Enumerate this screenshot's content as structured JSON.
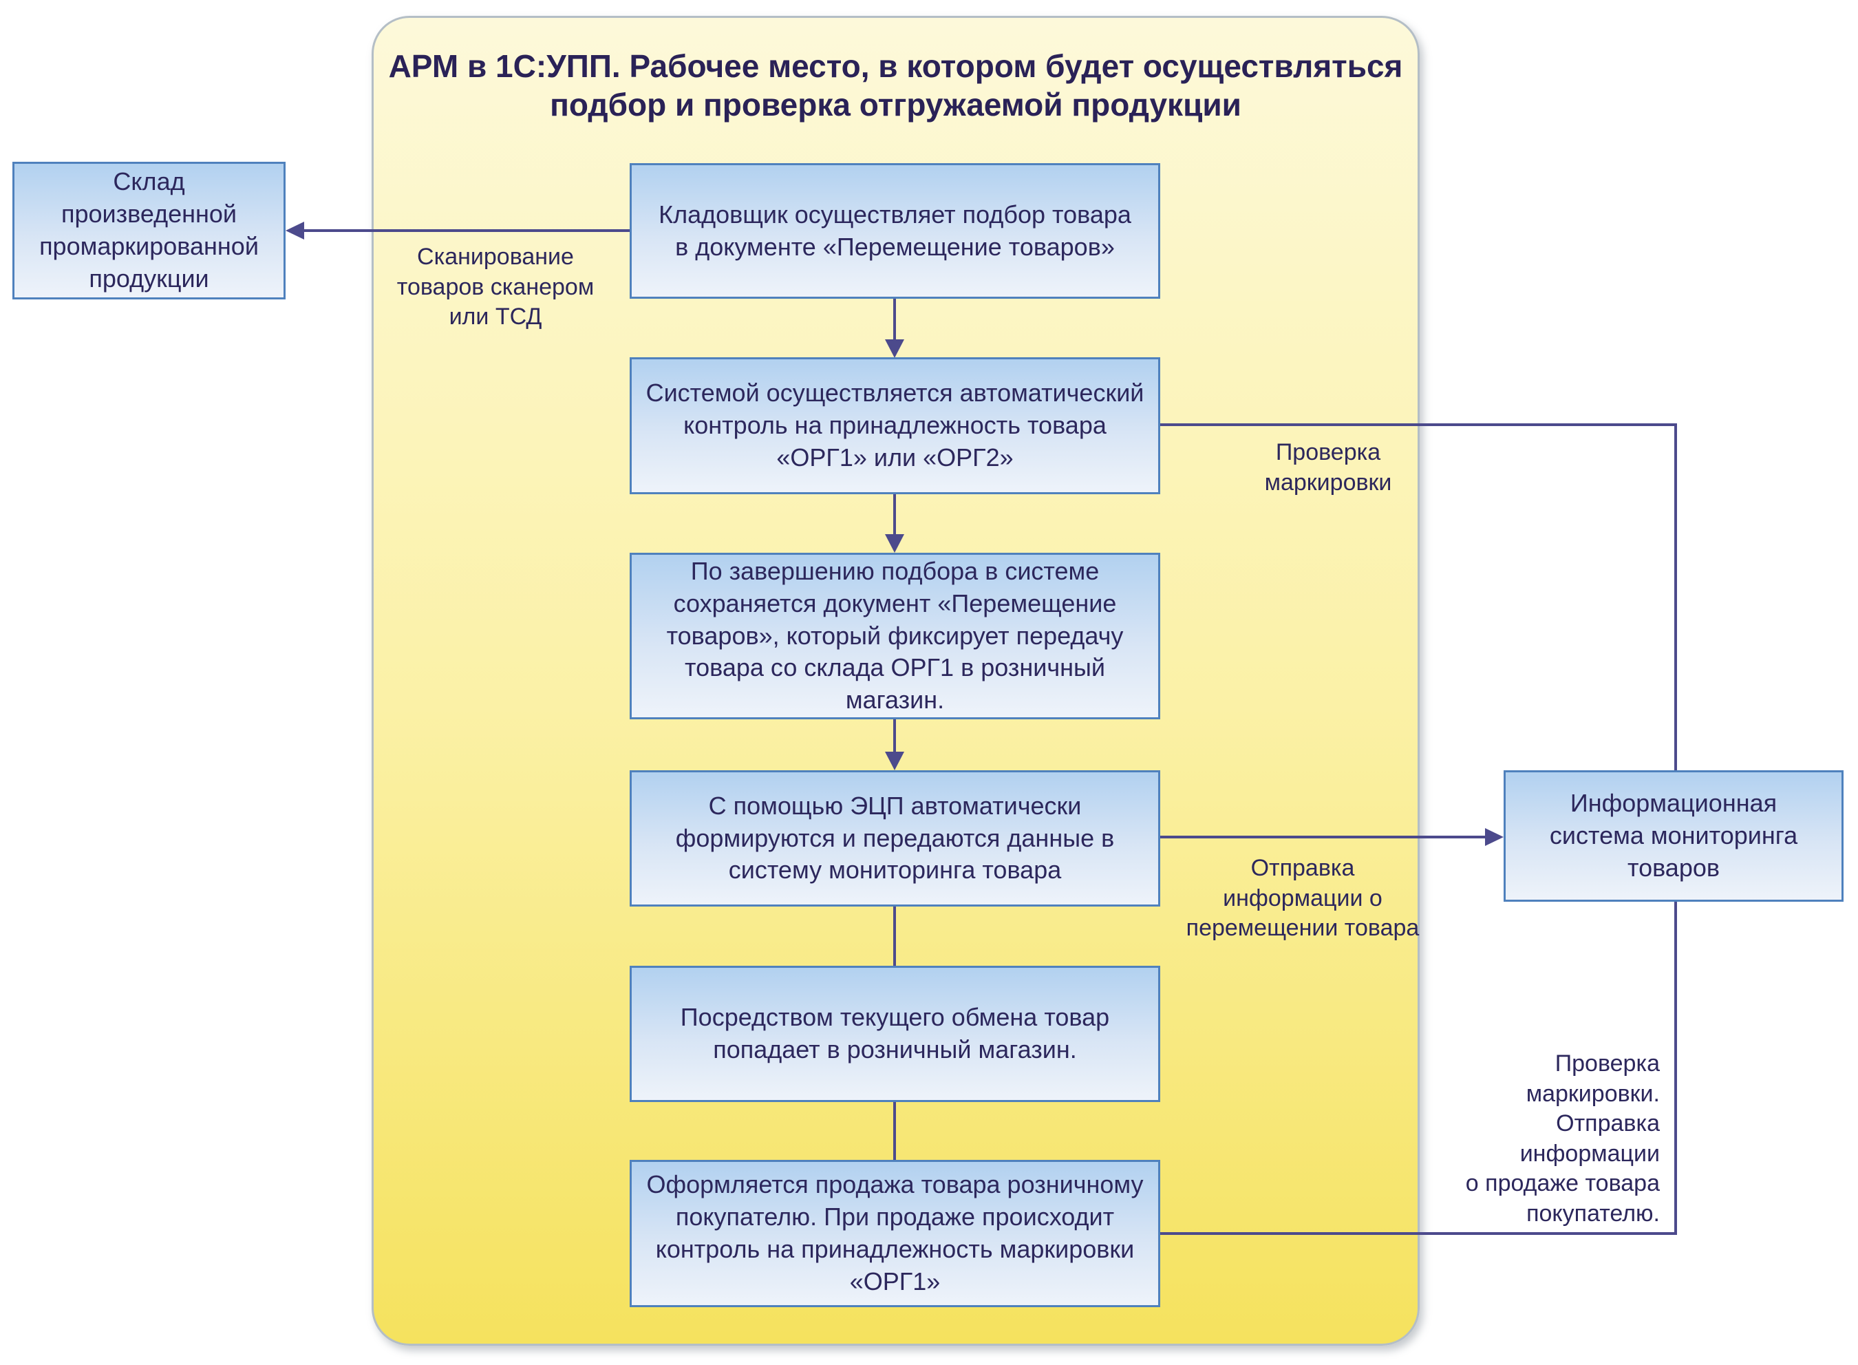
{
  "diagram": {
    "title": "АРМ в 1С:УПП. Рабочее место, в котором будет осуществляться\nподбор и проверка отгружаемой продукции",
    "nodes": {
      "warehouse": "Склад\nпроизведенной\nпромаркированной\nпродукции",
      "step1": "Кладовщик осуществляет подбор товара\nв документе «Перемещение товаров»",
      "step2": "Системой осуществляется автоматический\nконтроль на принадлежность товара\n«ОРГ1» или «ОРГ2»",
      "step3": "По завершению подбора в системе\nсохраняется документ «Перемещение\nтоваров», который фиксирует передачу\nтовара со склада ОРГ1 в розничный магазин.",
      "step4": "С помощью ЭЦП автоматически\nформируются и передаются данные в\nсистему мониторинга товара",
      "step5": "Посредством текущего обмена товар\nпопадает в розничный магазин.",
      "step6": "Оформляется продажа товара розничному\nпокупателю. При продаже происходит\nконтроль на принадлежность маркировки\n«ОРГ1»",
      "monitoring": "Информационная\nсистема мониторинга\nтоваров"
    },
    "edge_labels": {
      "scan": "Сканирование\nтоваров сканером\nили ТСД",
      "check_marking": "Проверка\nмаркировки",
      "send_move_info": "Отправка\nинформации о\nперемещении товара",
      "check_and_send_sale": "Проверка\nмаркировки.\nОтправка\nинформации\nо продаже товара\nпокупателю."
    },
    "colors": {
      "container_fill_top": "#fdf9da",
      "container_fill_bottom": "#f5e25e",
      "container_border": "#b4bec6",
      "node_fill_top": "#b2d1f0",
      "node_fill_bottom": "#eef3fa",
      "node_border": "#4f81bd",
      "connector": "#4c4a8c",
      "text": "#2c275c"
    }
  }
}
